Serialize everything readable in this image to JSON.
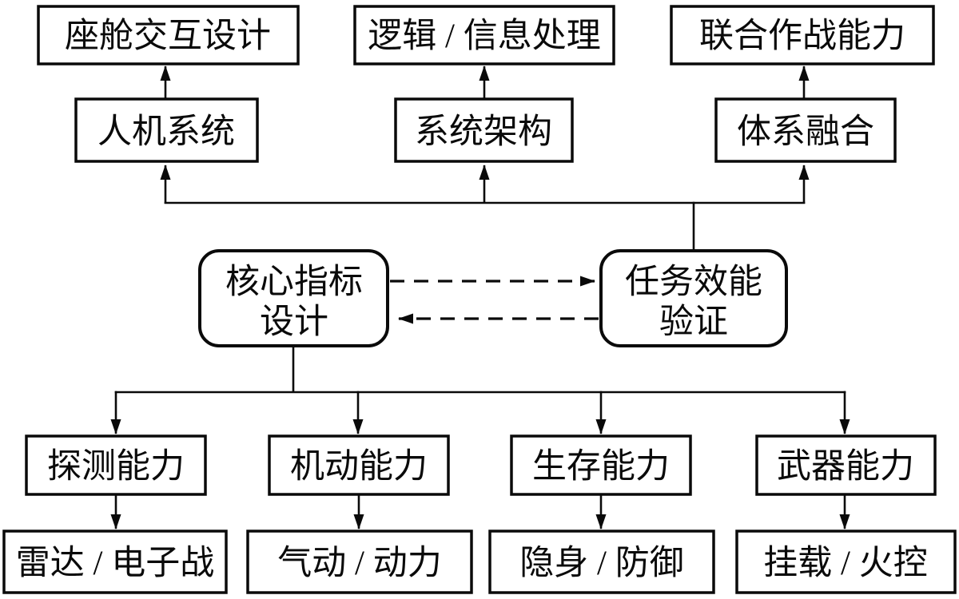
{
  "colors": {
    "background": "#ffffff",
    "line": "#0a0a0a",
    "text": "#0a0a0a",
    "box_fill": "#ffffff"
  },
  "diagram": {
    "top_row": [
      {
        "label": "座舱交互设计"
      },
      {
        "label": "逻辑 / 信息处理"
      },
      {
        "label": "联合作战能力"
      }
    ],
    "mid_row": [
      {
        "label": "人机系统"
      },
      {
        "label": "系统架构"
      },
      {
        "label": "体系融合"
      }
    ],
    "core_design": {
      "line1": "核心指标",
      "line2": "设计"
    },
    "mission_validation": {
      "line1": "任务效能",
      "line2": "验证"
    },
    "capability_row": [
      {
        "label": "探测能力"
      },
      {
        "label": "机动能力"
      },
      {
        "label": "生存能力"
      },
      {
        "label": "武器能力"
      }
    ],
    "subsystem_row": [
      {
        "label": "雷达 / 电子战"
      },
      {
        "label": "气动 / 动力"
      },
      {
        "label": "隐身 / 防御"
      },
      {
        "label": "挂载 / 火控"
      }
    ],
    "connections": [
      {
        "from": "人机系统",
        "to": "座舱交互设计",
        "style": "solid-arrow"
      },
      {
        "from": "系统架构",
        "to": "逻辑 / 信息处理",
        "style": "solid-arrow"
      },
      {
        "from": "体系融合",
        "to": "联合作战能力",
        "style": "solid-arrow"
      },
      {
        "from": "任务效能验证",
        "to": "人机系统",
        "style": "solid-arrow"
      },
      {
        "from": "任务效能验证",
        "to": "系统架构",
        "style": "solid-arrow"
      },
      {
        "from": "任务效能验证",
        "to": "体系融合",
        "style": "solid-arrow"
      },
      {
        "from": "核心指标设计",
        "to": "任务效能验证",
        "style": "dashed-arrow"
      },
      {
        "from": "任务效能验证",
        "to": "核心指标设计",
        "style": "dashed-arrow"
      },
      {
        "from": "核心指标设计",
        "to": "探测能力",
        "style": "solid-arrow"
      },
      {
        "from": "核心指标设计",
        "to": "机动能力",
        "style": "solid-arrow"
      },
      {
        "from": "核心指标设计",
        "to": "生存能力",
        "style": "solid-arrow"
      },
      {
        "from": "核心指标设计",
        "to": "武器能力",
        "style": "solid-arrow"
      },
      {
        "from": "探测能力",
        "to": "雷达 / 电子战",
        "style": "solid-arrow"
      },
      {
        "from": "机动能力",
        "to": "气动 / 动力",
        "style": "solid-arrow"
      },
      {
        "from": "生存能力",
        "to": "隐身 / 防御",
        "style": "solid-arrow"
      },
      {
        "from": "武器能力",
        "to": "挂载 / 火控",
        "style": "solid-arrow"
      }
    ]
  }
}
